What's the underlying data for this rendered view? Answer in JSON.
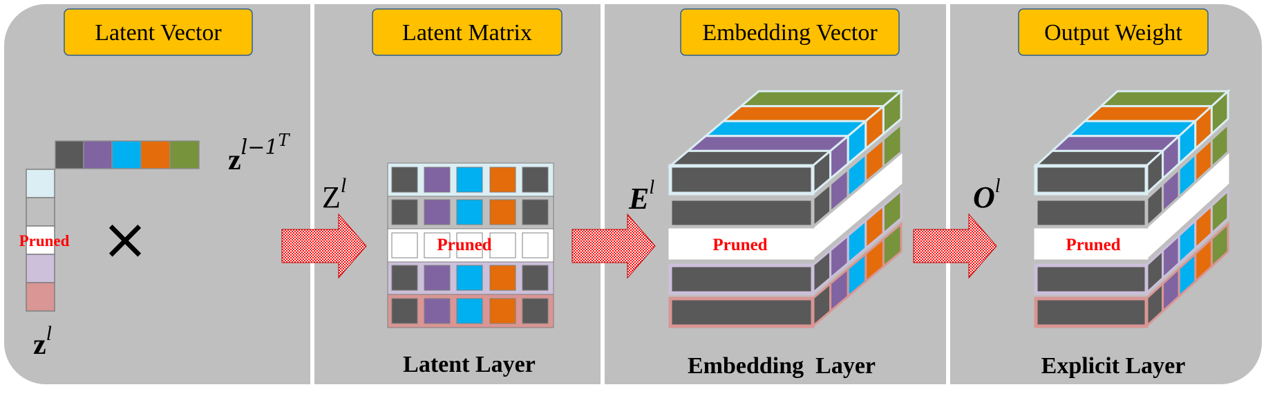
{
  "panels": [
    {
      "title": "Latent Vector"
    },
    {
      "title": "Latent Matrix",
      "caption": "Latent Layer"
    },
    {
      "title": "Embedding Vector",
      "caption": "Embedding  Layer"
    },
    {
      "title": "Output Weight",
      "caption": "Explicit Layer"
    }
  ],
  "pruned_label": "Pruned",
  "math": {
    "times": "×",
    "zT_base": "z",
    "zT_sup": "l−1",
    "zT_sup2": "T",
    "zl_base": "z",
    "zl_sup": "l",
    "Zl_base": "Z",
    "Zl_sup": "l",
    "El_base": "E",
    "El_sup": "l",
    "Ol_base": "O",
    "Ol_sup": "l"
  },
  "colors": {
    "panel_bg": "#bfbfbf",
    "title_fill": "#ffc000",
    "title_stroke": "#2e5f8f",
    "dark_cell": "#595959",
    "purple": "#8064a2",
    "blue": "#00b0f0",
    "orange": "#e46c0a",
    "green": "#77933c",
    "row_light_blue": "#dbeef3",
    "row_gray": "#bfbfbf",
    "row_lavender": "#ccc0da",
    "row_rose": "#d99694",
    "pruned_text": "#ff0000",
    "arrow_red": "#ff0000"
  }
}
